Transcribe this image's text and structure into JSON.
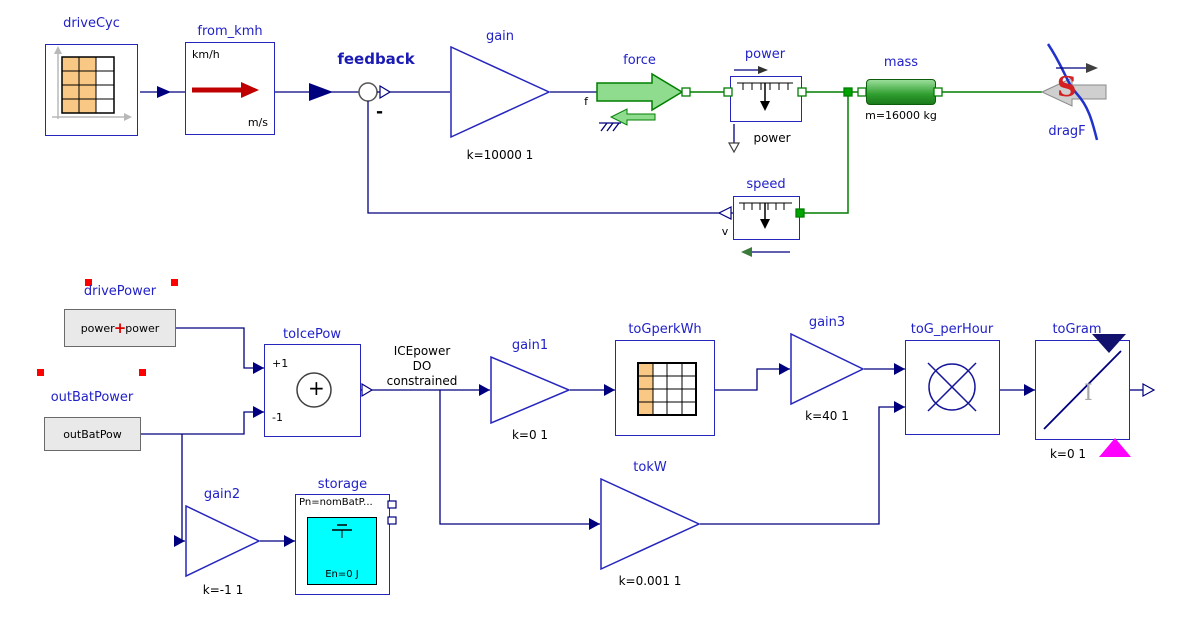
{
  "colors": {
    "label_blue": "#2121c8",
    "wire_navy": "#00007f",
    "mech_green": "#007f00",
    "connector_green": "#00a400",
    "force_green": "#8fdc8f",
    "table_orange": "#f8c884",
    "battery_cyan": "#00ffff",
    "magenta": "#ff00ff",
    "handle_red": "#ff0000",
    "conversion_arrow_red": "#c00000",
    "drag_s_red": "#d42020",
    "block_gray": "#e9e9e9"
  },
  "top": {
    "driveCyc": {
      "label": "driveCyc"
    },
    "from_kmh": {
      "label": "from_kmh",
      "top_unit": "km/h",
      "bottom_unit": "m/s"
    },
    "feedback": {
      "label": "feedback",
      "minus": "-"
    },
    "gain": {
      "label": "gain",
      "param": "k=10000 1"
    },
    "force": {
      "label": "force",
      "port": "f"
    },
    "power": {
      "label": "power",
      "caption": "power"
    },
    "mass": {
      "label": "mass",
      "param": "m=16000 kg"
    },
    "dragF": {
      "label": "dragF",
      "s": "S"
    },
    "speed": {
      "label": "speed",
      "port": "v"
    }
  },
  "bottom": {
    "drivePower": {
      "label": "drivePower",
      "expr_left": "power",
      "expr_cross": "+",
      "expr_right": "power"
    },
    "outBatPower": {
      "label": "outBatPower",
      "text": "outBatPow"
    },
    "toIcePow": {
      "label": "toIcePow",
      "plus_input": "+1",
      "minus_input": "-1",
      "operator": "+"
    },
    "note": {
      "line1": "ICEpower",
      "line2": "DO",
      "line3": "constrained"
    },
    "gain1": {
      "label": "gain1",
      "param": "k=0 1"
    },
    "toGperkWh": {
      "label": "toGperkWh"
    },
    "gain3": {
      "label": "gain3",
      "param": "k=40 1"
    },
    "toG_perHour": {
      "label": "toG_perHour"
    },
    "toGram": {
      "label": "toGram",
      "param": "k=0 1",
      "integrator": "I"
    },
    "tokW": {
      "label": "tokW",
      "param": "k=0.001 1"
    },
    "gain2": {
      "label": "gain2",
      "param": "k=-1 1"
    },
    "storage": {
      "label": "storage",
      "param_top": "Pn=nomBatP...",
      "energy": "En=0 J"
    }
  }
}
